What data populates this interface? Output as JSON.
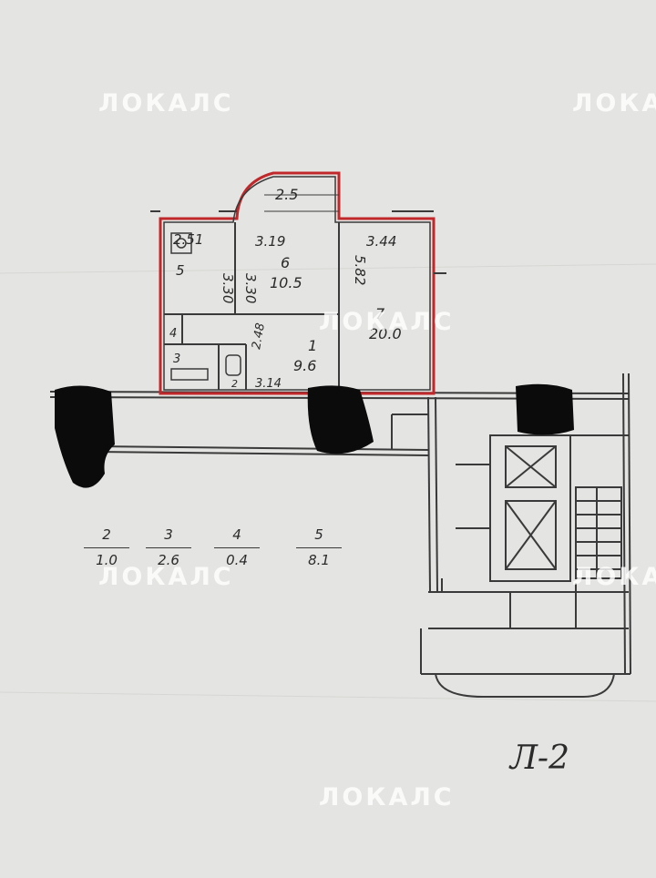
{
  "watermark": "ЛОКАЛС",
  "sheet_label": "Л-2",
  "rooms": [
    {
      "num": "1",
      "area": "9.6"
    },
    {
      "num": "2",
      "area": ""
    },
    {
      "num": "3",
      "area": ""
    },
    {
      "num": "4",
      "area": ""
    },
    {
      "num": "5",
      "area": ""
    },
    {
      "num": "6",
      "area": "10.5"
    },
    {
      "num": "7",
      "area": "20.0"
    }
  ],
  "dimensions": {
    "balcony_width": "2.5",
    "room5_width": "2.51",
    "room6_width": "3.19",
    "room7_width": "3.44",
    "room5_depth": "3.30",
    "room6_depth": "3.30",
    "room7_depth": "5.82",
    "hall_width": "3.14",
    "hall_depth": "2.48"
  },
  "legend": [
    {
      "num": "2",
      "area": "1.0"
    },
    {
      "num": "3",
      "area": "2.6"
    },
    {
      "num": "4",
      "area": "0.4"
    },
    {
      "num": "5",
      "area": "8.1"
    }
  ],
  "colors": {
    "outline": "#c0282b",
    "ink": "#2a2a2a",
    "paper": "#e4e5e2",
    "redaction": "#0b0b0b"
  }
}
